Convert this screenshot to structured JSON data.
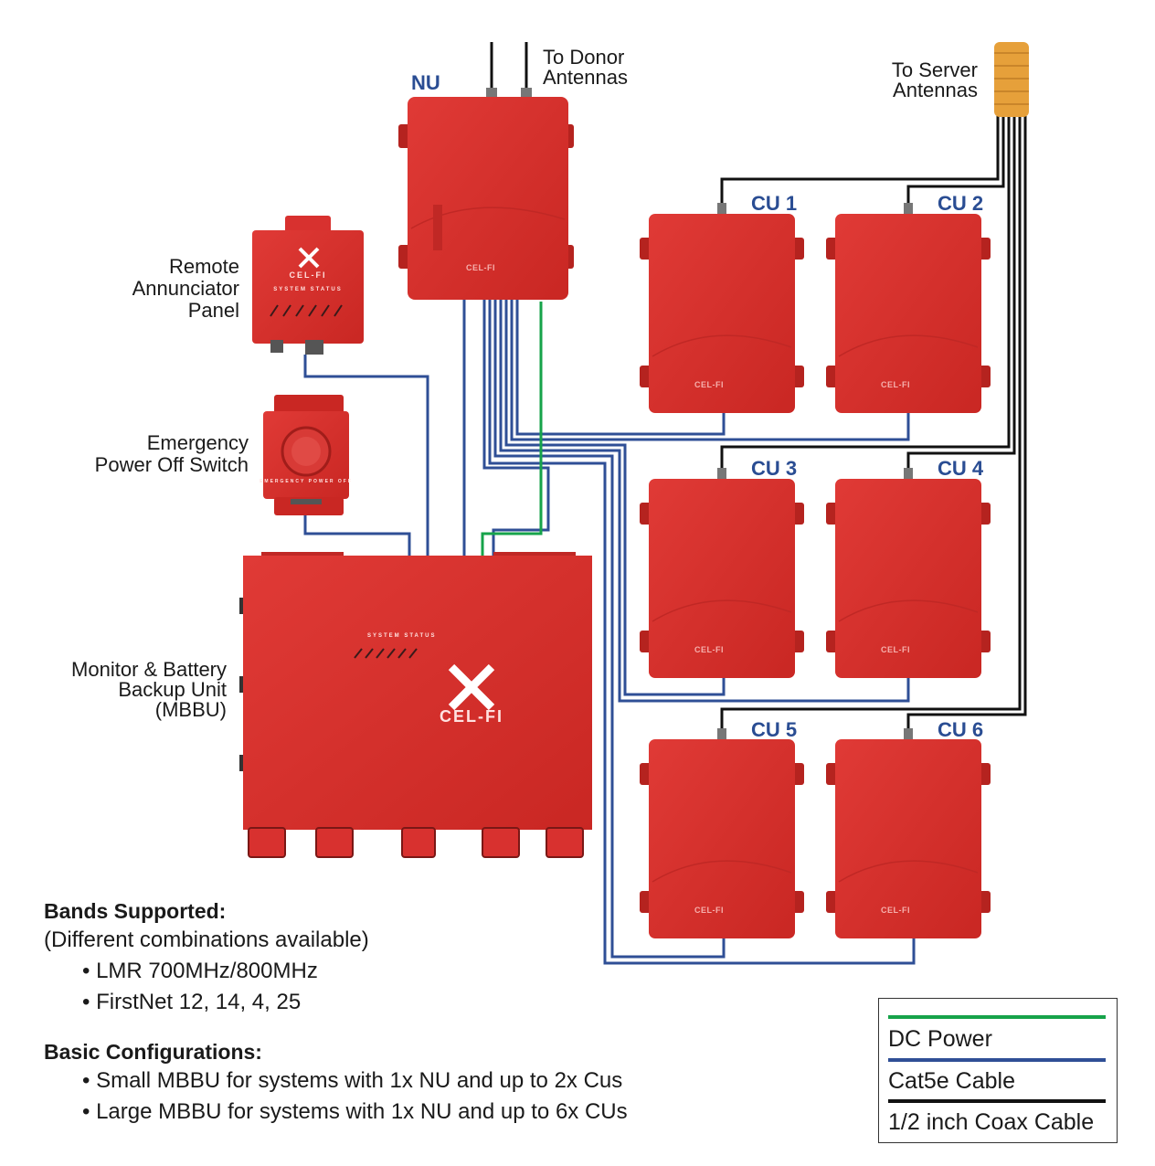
{
  "diagram": {
    "labels": {
      "donor_line1": "To Donor",
      "donor_line2": "Antennas",
      "server_line1": "To Server",
      "server_line2": "Antennas",
      "nu": "NU",
      "annunciator_line1": "Remote",
      "annunciator_line2": "Annunciator",
      "annunciator_line3": "Panel",
      "epo_line1": "Emergency",
      "epo_line2": "Power Off Switch",
      "mbbu_line1": "Monitor & Battery",
      "mbbu_line2": "Backup Unit",
      "mbbu_line3": "(MBBU)"
    },
    "cu_labels": [
      "CU 1",
      "CU 2",
      "CU 3",
      "CU 4",
      "CU 5",
      "CU 6"
    ],
    "device_text": {
      "brand": "CEL-FI",
      "system_status": "SYSTEM STATUS",
      "emergency_power_off": "EMERGENCY POWER OFF"
    },
    "colors": {
      "unit_red": "#d8312f",
      "unit_red_dark": "#b5231f",
      "cat5e": "#2f4f96",
      "coax": "#111111",
      "dc_power": "#16a34a",
      "antenna_orange": "#e6a03a"
    }
  },
  "info": {
    "bands_title": "Bands Supported:",
    "bands_subtitle": "(Different combinations available)",
    "bands": [
      "LMR 700MHz/800MHz",
      "FirstNet 12, 14, 4, 25"
    ],
    "config_title": "Basic Configurations:",
    "configs": [
      "Small MBBU for systems with 1x NU and up to 2x Cus",
      "Large MBBU for systems with 1x NU and up to 6x CUs"
    ]
  },
  "legend": {
    "items": [
      {
        "label": "DC Power",
        "color": "#16a34a"
      },
      {
        "label": "Cat5e Cable",
        "color": "#2f4f96"
      },
      {
        "label": "1/2 inch Coax Cable",
        "color": "#111111"
      }
    ]
  }
}
